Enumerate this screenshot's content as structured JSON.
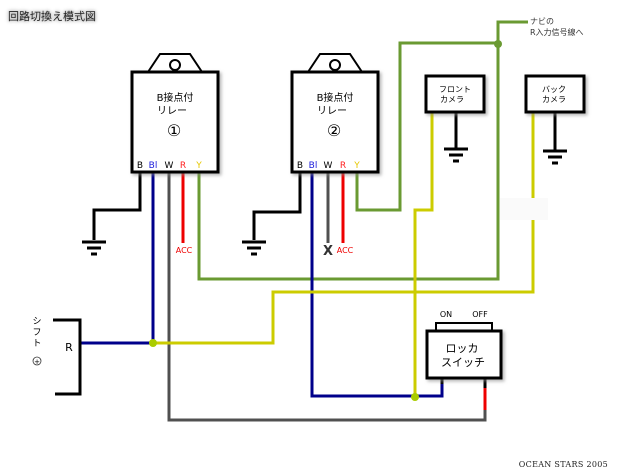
{
  "title": "回路切換え模式図",
  "relays": [
    {
      "label_line1": "B接点付",
      "label_line2": "リレー",
      "number": "①",
      "pins": [
        {
          "name": "B",
          "color": "#000000"
        },
        {
          "name": "Bl",
          "color": "#1a1adc"
        },
        {
          "name": "W",
          "color": "#000000"
        },
        {
          "name": "R",
          "color": "#ff2020"
        },
        {
          "name": "Y",
          "color": "#e6c800"
        }
      ],
      "acc_label": "ACC"
    },
    {
      "label_line1": "B接点付",
      "label_line2": "リレー",
      "number": "②",
      "pins": [
        {
          "name": "B",
          "color": "#000000"
        },
        {
          "name": "Bl",
          "color": "#1a1adc"
        },
        {
          "name": "W",
          "color": "#000000"
        },
        {
          "name": "R",
          "color": "#ff2020"
        },
        {
          "name": "Y",
          "color": "#e6c800"
        }
      ],
      "acc_label": "ACC",
      "unused_mark": "X"
    }
  ],
  "cameras": [
    {
      "line1": "フロント",
      "line2": "カメラ"
    },
    {
      "line1": "バック",
      "line2": "カメラ"
    }
  ],
  "navi_label": {
    "line1": "ナビの",
    "line2": "R入力信号線へ"
  },
  "shift": {
    "vertical_label": [
      "シ",
      "フ",
      "ト"
    ],
    "plus": "+",
    "position": "R"
  },
  "rocker_switch": {
    "on": "ON",
    "off": "OFF",
    "line1": "ロッカ",
    "line2": "スイッチ"
  },
  "footer": "OCEAN STARS 2005",
  "colors": {
    "black": "#000000",
    "blue": "#00008b",
    "gray": "#505050",
    "red": "#ee0000",
    "green": "#6a9a32",
    "yellow": "#cccc00",
    "junction": "#aacc00"
  }
}
